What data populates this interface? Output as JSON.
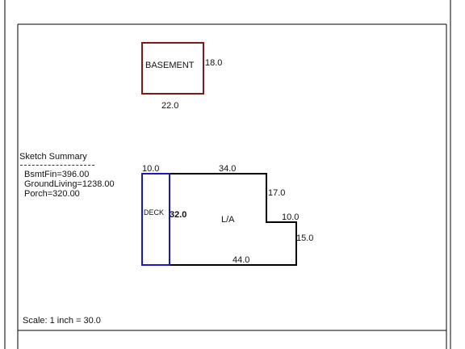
{
  "sketch": {
    "basement": {
      "label": "BASEMENT",
      "width_dim": "22.0",
      "height_dim": "18.0"
    },
    "summary": {
      "title": "Sketch Summary",
      "lines": [
        "BsmtFin=396.00",
        "GroundLiving=1238.00",
        "Porch=320.00"
      ]
    },
    "deck": {
      "label": "DECK",
      "width_dim": "10.0",
      "height_dim": "32.0"
    },
    "main_area": {
      "label": "L/A",
      "top_dim": "34.0",
      "right_upper_dim": "17.0",
      "step_dim": "10.0",
      "right_lower_dim": "15.0",
      "bottom_dim": "44.0"
    },
    "scale_text": "Scale: 1 inch = 30.0"
  },
  "colors": {
    "basement_border": "#7a1a1a",
    "deck_border": "#1a1ab8",
    "main_border": "#000000",
    "frame": "#000000"
  }
}
